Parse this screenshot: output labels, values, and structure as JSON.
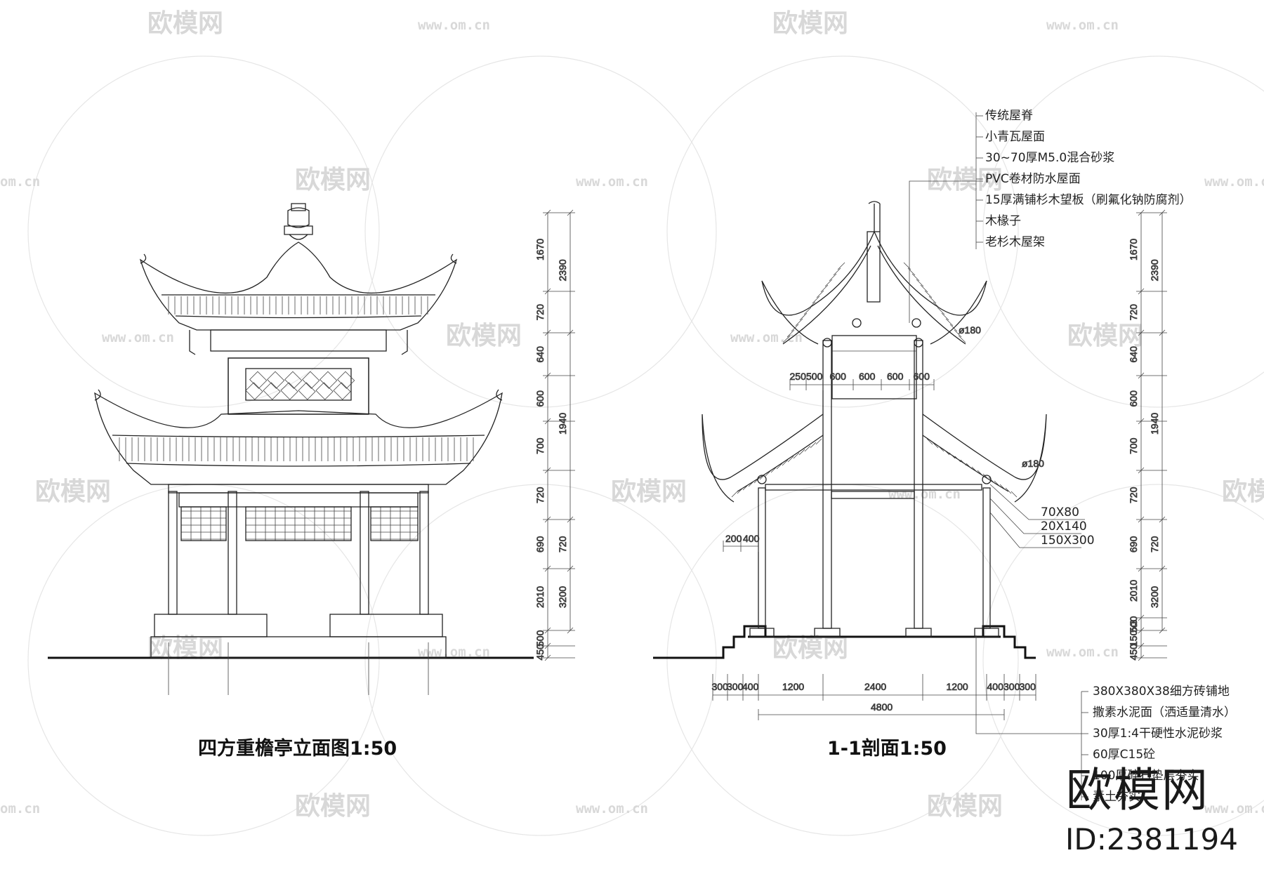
{
  "titles": {
    "elevation": "四方重檐亭立面图1:50",
    "section": "1-1剖面1:50"
  },
  "watermark": {
    "text": "欧模网",
    "url": "www.om.cn",
    "url_short": "om.cn"
  },
  "brand": {
    "name": "欧模网",
    "id": "ID:2381194"
  },
  "elevation_dims": {
    "inner": [
      "1670",
      "720",
      "640",
      "600",
      "700",
      "720",
      "690",
      "2010",
      "500",
      "450"
    ],
    "outer": [
      "2390",
      "1940",
      "720",
      "3200"
    ]
  },
  "section_dims": {
    "inner": [
      "1670",
      "720",
      "640",
      "600",
      "700",
      "720",
      "690",
      "2010",
      "500",
      "150x3",
      "450"
    ],
    "outer": [
      "2390",
      "1940",
      "720",
      "3200"
    ],
    "upper_spacing": [
      "250",
      "500",
      "600",
      "600",
      "600",
      "600"
    ],
    "left_small": [
      "200",
      "400"
    ],
    "bottom_row": [
      "300",
      "300",
      "400",
      "1200",
      "2400",
      "1200",
      "400",
      "300",
      "300"
    ],
    "bottom_total": "4800",
    "diameter_upper": "ø180",
    "diameter_lower": "ø180"
  },
  "roof_notes": [
    "传统屋脊",
    "小青瓦屋面",
    "30~70厚M5.0混合砂浆",
    "PVC卷材防水屋面",
    "15厚满铺杉木望板（刷氟化钠防腐剂）",
    "木椽子",
    "老杉木屋架"
  ],
  "member_notes": [
    "70X80",
    "20X140",
    "150X300"
  ],
  "floor_notes": [
    "380X380X38细方砖铺地",
    "撒素水泥面（洒适量清水）",
    "30厚1:4干硬性水泥砂浆",
    "60厚C15砼",
    "100厚碎石垫层夯实",
    "素土夯实"
  ]
}
